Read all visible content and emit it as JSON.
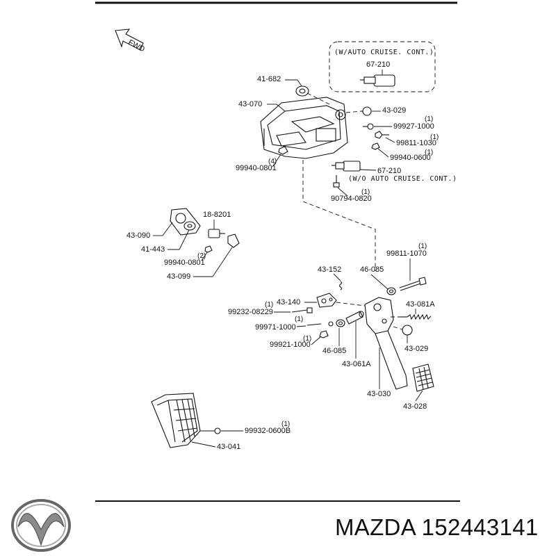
{
  "fwd_label": "FWD",
  "notes": {
    "with_cruise": "(W/AUTO CRUISE. CONT.)",
    "without_cruise": "(W/O AUTO CRUISE. CONT.)"
  },
  "parts": {
    "p41682": "41-682",
    "p43070": "43-070",
    "p67210_top": "67-210",
    "p43029_top": "43-029",
    "p99927": "99927-1000",
    "p99811_1030": "99811-1030",
    "p99940_0600": "99940-0600",
    "p99940_0801_top": "99940-0801",
    "p67210_mid": "67-210",
    "p90794": "90794-0820",
    "p18_8201": "18-8201",
    "p43090": "43-090",
    "p41443": "41-443",
    "p99940_0801_left": "99940-0801",
    "p43099": "43-099",
    "p99811_1070": "99811-1070",
    "p43152": "43-152",
    "p46085_top": "46-085",
    "p43140": "43-140",
    "p43081A": "43-081A",
    "p99232": "99232-08229",
    "p99971": "99971-1000",
    "p43029_right": "43-029",
    "p99921": "99921-1000",
    "p46085_bottom": "46-085",
    "p43061A": "43-061A",
    "p43030": "43-030",
    "p43028": "43-028",
    "p99932": "99932-0600B",
    "p43041": "43-041"
  },
  "quantities": {
    "q99927": "(1)",
    "q99811_1030": "(1)",
    "q99940_0600": "(1)",
    "q99940_0801_top": "(4)",
    "q90794": "(1)",
    "q99940_0801_left": "(2)",
    "q99811_1070": "(1)",
    "q99232": "(1)",
    "q99971": "(1)",
    "q99921": "(1)",
    "q99932": "(1)"
  },
  "footer": {
    "brand_text": "MAZDA 152443141"
  }
}
